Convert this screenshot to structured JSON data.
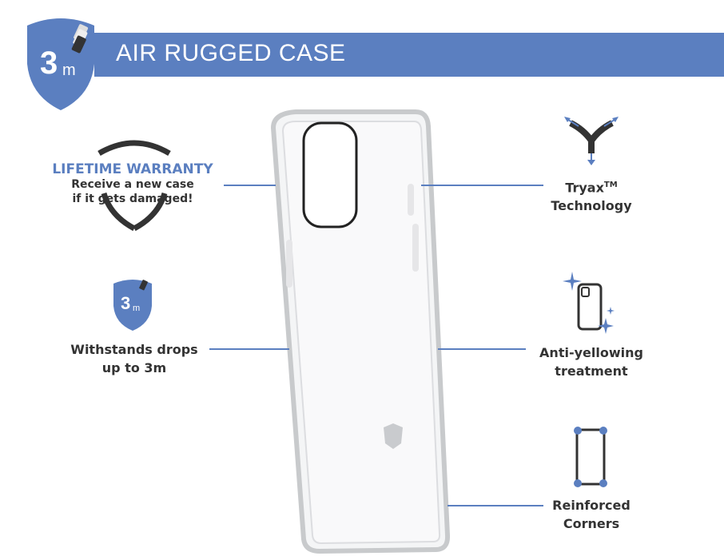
{
  "header": {
    "title": "AIR RUGGED CASE",
    "badge_number": "3",
    "badge_unit": "m"
  },
  "features": {
    "warranty": {
      "title": "LIFETIME WARRANTY",
      "line1": "Receive a new case",
      "line2": "if it gets damaged!"
    },
    "drops": {
      "badge_number": "3",
      "badge_unit": "m",
      "line1": "Withstands drops",
      "line2": "up to 3m"
    },
    "tryax": {
      "name": "Tryax",
      "tm": "TM",
      "line2": "Technology"
    },
    "yellowing": {
      "line1": "Anti-yellowing",
      "line2": "treatment"
    },
    "corners": {
      "line1": "Reinforced",
      "line2": "Corners"
    }
  },
  "colors": {
    "accent": "#5b7fc0",
    "text": "#333333"
  }
}
